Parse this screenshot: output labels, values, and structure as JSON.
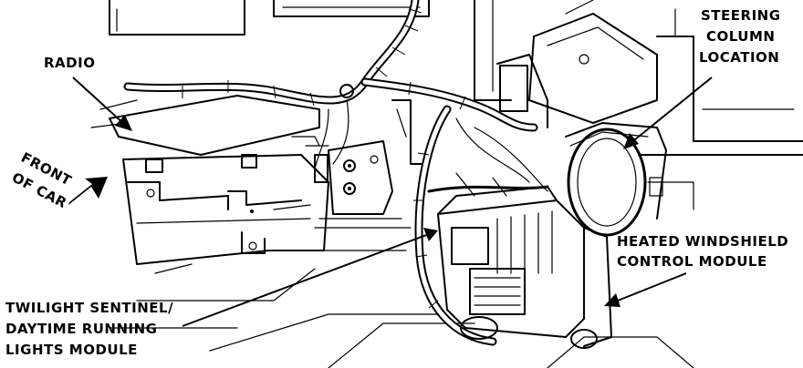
{
  "labels": {
    "radio": "RADIO",
    "front_of_car_line1": "FRONT",
    "front_of_car_line2": "OF CAR",
    "steering_line1": "STEERING",
    "steering_line2": "COLUMN",
    "steering_line3": "LOCATION",
    "heated_line1": "HEATED WINDSHIELD",
    "heated_line2": "CONTROL MODULE",
    "twilight_line1": "TWILIGHT SENTINEL/",
    "twilight_line2": "DAYTIME RUNNING",
    "twilight_line3": "LIGHTS MODULE"
  }
}
